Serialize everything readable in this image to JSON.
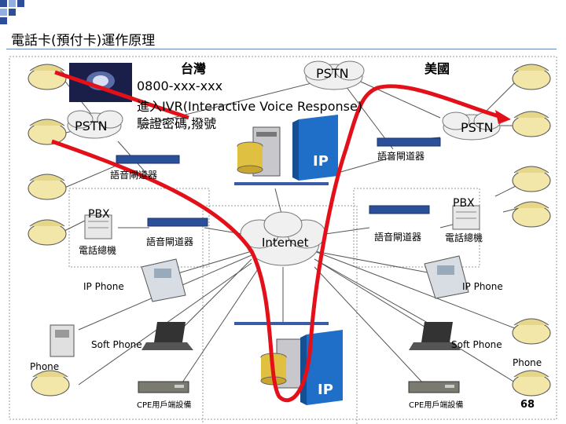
{
  "slide": {
    "title": "電話卡(預付卡)運作原理",
    "page_number": "68"
  },
  "labels": {
    "taiwan": "台灣",
    "usa": "美國",
    "pstn_top": "PSTN",
    "pstn_left": "PSTN",
    "pstn_right": "PSTN",
    "ivr_line1": "0800-xxx-xxx",
    "ivr_line2": "進入IVR(Interactive Voice Response)",
    "ivr_line3": "驗證密碼,撥號",
    "gateway_top_right": "語音閘道器",
    "gateway_top_left": "語音閘道器",
    "pbx_left": "PBX",
    "pbx_right": "PBX",
    "switchboard_left": "電話總機",
    "switchboard_right": "電話總機",
    "gateway_mid_left": "語音閘道器",
    "gateway_mid_right": "語音閘道器",
    "internet": "Internet",
    "ip_phone_left": "IP Phone",
    "ip_phone_right": "IP Phone",
    "soft_phone_left": "Soft Phone",
    "soft_phone_right": "Soft Phone",
    "phone_left": "Phone",
    "phone_right": "Phone",
    "cpe_left": "CPE用戶端設備",
    "cpe_right": "CPE用戶端設備",
    "ip_top": "IP",
    "ip_bottom": "IP"
  },
  "colors": {
    "call_path": "#e3101a",
    "cloud": "#f0f0f0",
    "ip_box": "#1f6fc8",
    "phone": "#f2e6a8",
    "bullet_dark": "#2f4e9a",
    "bullet_light": "#8fb0e0"
  }
}
